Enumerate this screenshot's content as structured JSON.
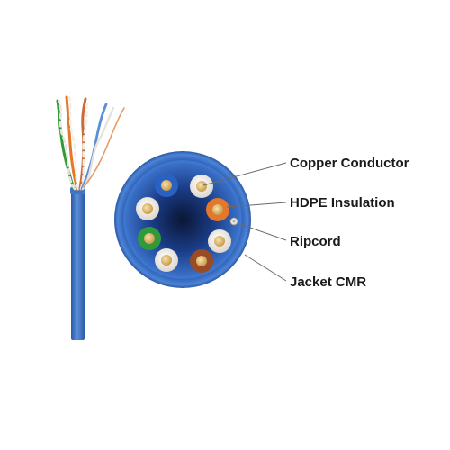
{
  "labels": {
    "copper_conductor": "Copper Conductor",
    "hdpe_insulation": "HDPE Insulation",
    "ripcord": "Ripcord",
    "jacket": "Jacket CMR"
  },
  "colors": {
    "jacket_blue": "#3b6fc0",
    "jacket_outer": "#2e5fb3",
    "core_dark": "#0c1d45",
    "copper": "#d9b36a",
    "pair_blue": "#2a62c4",
    "pair_orange": "#e4772a",
    "pair_green": "#2f9a3a",
    "pair_brown": "#9a4a25",
    "insulation_white": "#f4f1ec",
    "leader_line": "#6b6b6b"
  },
  "pairs": [
    "blue",
    "orange",
    "green",
    "brown"
  ]
}
